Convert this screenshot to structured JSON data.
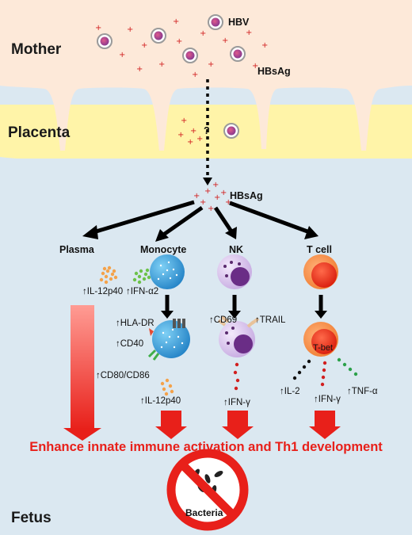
{
  "zones": {
    "mother": "Mother",
    "placenta": "Placenta",
    "fetus": "Fetus"
  },
  "top_labels": {
    "hbv": "HBV",
    "hbsag_top": "HBsAg",
    "question": "?",
    "hbsag_center": "HBsAg"
  },
  "branches": {
    "plasma": {
      "title": "Plasma",
      "markers": [
        "↑IL-12p40",
        "↑IFN-α2"
      ]
    },
    "monocyte": {
      "title": "Monocyte",
      "markers": [
        "↑HLA-DR",
        "↑CD40",
        "↑CD80/CD86",
        "↑IL-12p40"
      ]
    },
    "nk": {
      "title": "NK",
      "markers": [
        "↑CD69",
        "↑TRAIL",
        "↑IFN-γ"
      ]
    },
    "tcell": {
      "title": "T cell",
      "transcription_factor": "T-bet",
      "markers": [
        "↑IL-2",
        "↑IFN-γ",
        "↑TNF-α"
      ]
    }
  },
  "banner": "Enhance innate immune activation and Th1 development",
  "bacteria": "Bacteria",
  "colors": {
    "mother_bg": "#fde9d9",
    "placenta_bg": "#fff4a8",
    "fetus_bg": "#dbe8f1",
    "accent_red": "#e8201a"
  }
}
